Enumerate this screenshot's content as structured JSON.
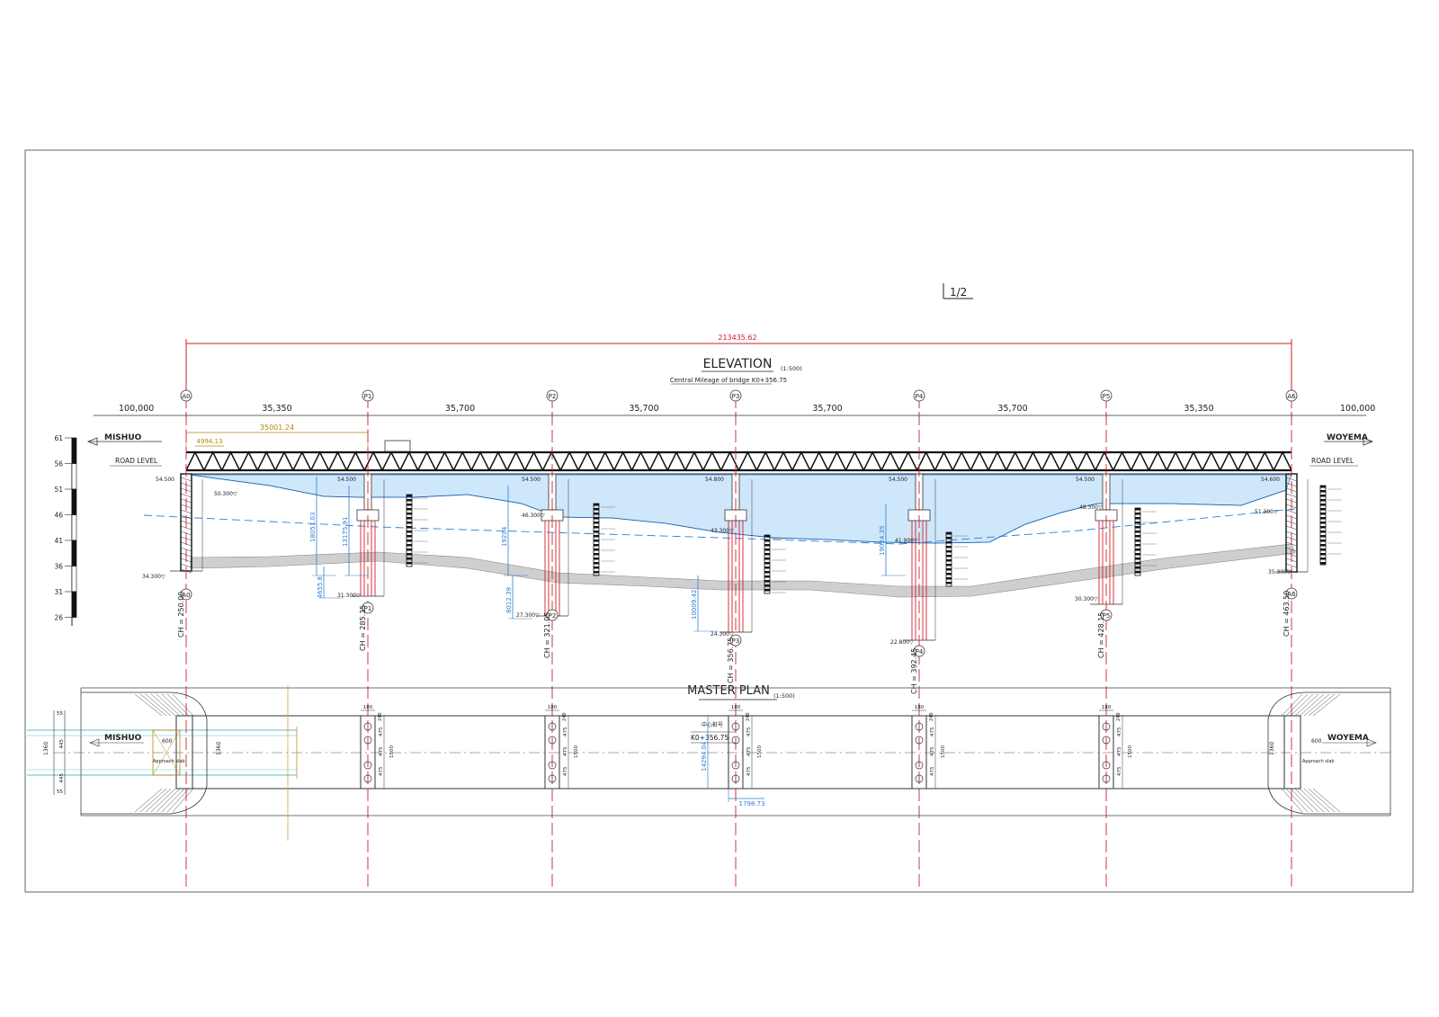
{
  "sheet": {
    "label": "1/2"
  },
  "colors": {
    "water": "#cfe7fb",
    "waterDash": "#2a7fd4",
    "axis": "#d21f2a",
    "ground": "#cfcfcf",
    "dimBlue": "#2a7fd4",
    "orange": "#b8860b"
  },
  "elevation": {
    "title": "ELEVATION",
    "scale": "(1:500)",
    "mileage": "Central Mileage of bridge K0+356.75",
    "total_length": "213435.62",
    "sub_length": "35001.24",
    "short_dim": "4994.13",
    "left_end": "MISHUO",
    "right_end": "WOYEMA",
    "road_level_left": "ROAD LEVEL",
    "road_level_right": "ROAD LEVEL",
    "outer_left": "100,000",
    "outer_right": "100,000",
    "spans": [
      "35,350",
      "35,700",
      "35,700",
      "35,700",
      "35,700",
      "35,350"
    ],
    "axis_labels": [
      "A0",
      "P1",
      "P2",
      "P3",
      "P4",
      "P5",
      "A6"
    ],
    "chainages": [
      "CH = 250.00",
      "CH = 285.35",
      "CH = 321.05",
      "CH = 356.75",
      "CH = 392.45",
      "CH = 428.15",
      "CH = 463.50"
    ],
    "ruler_ticks": [
      "61",
      "56",
      "51",
      "46",
      "41",
      "36",
      "31",
      "26"
    ],
    "deck_levels": [
      "54.500",
      "54.500",
      "54.500",
      "54.800",
      "54.500",
      "54.500",
      "54.600"
    ],
    "water_levels": [
      "50.300",
      "46.300",
      "43.300",
      "41.900",
      "48.300",
      "51.300"
    ],
    "bed_levels": [
      "34.300",
      "31.300",
      "27.300",
      "24.300",
      "22.800",
      "30.300",
      "35.300"
    ],
    "blue_dims": [
      "18051.03",
      "13175.91",
      "4655.8",
      "19204",
      "8012.39",
      "10009.42",
      "19024.35"
    ]
  },
  "plan": {
    "title": "MASTER PLAN",
    "scale": "(1:500)",
    "center_note": "K0+356.75",
    "center_tag": "中心桩号",
    "left_end": "MISHUO",
    "right_end": "WOYEMA",
    "approach_left": "Approach slab",
    "approach_right": "Approach slab",
    "width_dim": "1360",
    "pier_w": "180",
    "spacing": [
      "475",
      "475",
      "475"
    ],
    "pier_total": "1500",
    "edge_dim": "240",
    "left_widths": [
      "55",
      "445",
      "445",
      "55"
    ],
    "slab_len": "600",
    "blue_a": "14294.04",
    "blue_b": "1798.73"
  }
}
